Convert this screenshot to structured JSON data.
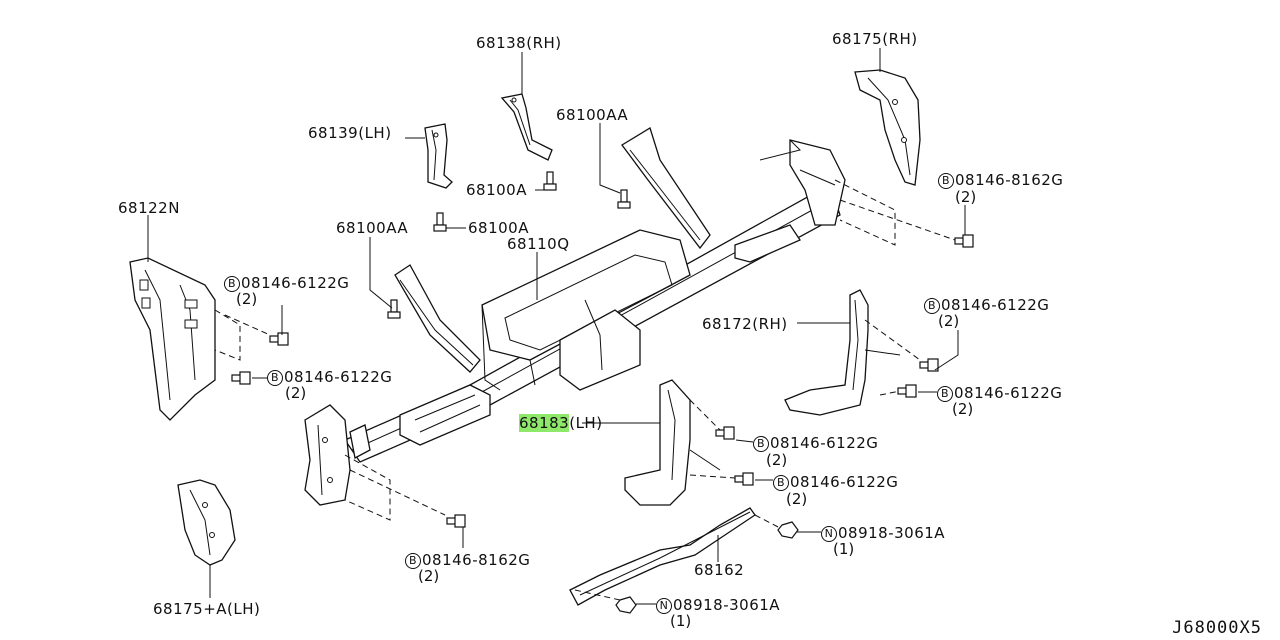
{
  "diagram_ref": "J68000X5",
  "badge_letters": {
    "bolt": "B",
    "nut": "N"
  },
  "labels": {
    "p68138": "68138(RH)",
    "p68175rh": "68175(RH)",
    "p68100aa_top": "68100AA",
    "p68139": "68139(LH)",
    "p68100a_1": "68100A",
    "p68100a_2": "68100A",
    "p68122n": "68122N",
    "p68100aa_left": "68100AA",
    "p68110q": "68110Q",
    "p68172": "68172(RH)",
    "p68183_num": "68183",
    "p68183_side": "(LH)",
    "p68162": "68162",
    "p68175lh": "68175+A(LH)"
  },
  "fasteners": {
    "f1": {
      "code": "08146-8162G",
      "qty": "(2)"
    },
    "f2": {
      "code": "08146-6122G",
      "qty": "(2)"
    },
    "f3": {
      "code": "08146-6122G",
      "qty": "(2)"
    },
    "f4": {
      "code": "08146-6122G",
      "qty": "(2)"
    },
    "f5": {
      "code": "08146-6122G",
      "qty": "(2)"
    },
    "f6": {
      "code": "08146-6122G",
      "qty": "(2)"
    },
    "f7": {
      "code": "08146-6122G",
      "qty": "(2)"
    },
    "f8": {
      "code": "08918-3061A",
      "qty": "(1)"
    },
    "f9": {
      "code": "08146-8162G",
      "qty": "(2)"
    },
    "f10": {
      "code": "08918-3061A",
      "qty": "(1)"
    }
  },
  "highlight_color": "#8ee86a"
}
